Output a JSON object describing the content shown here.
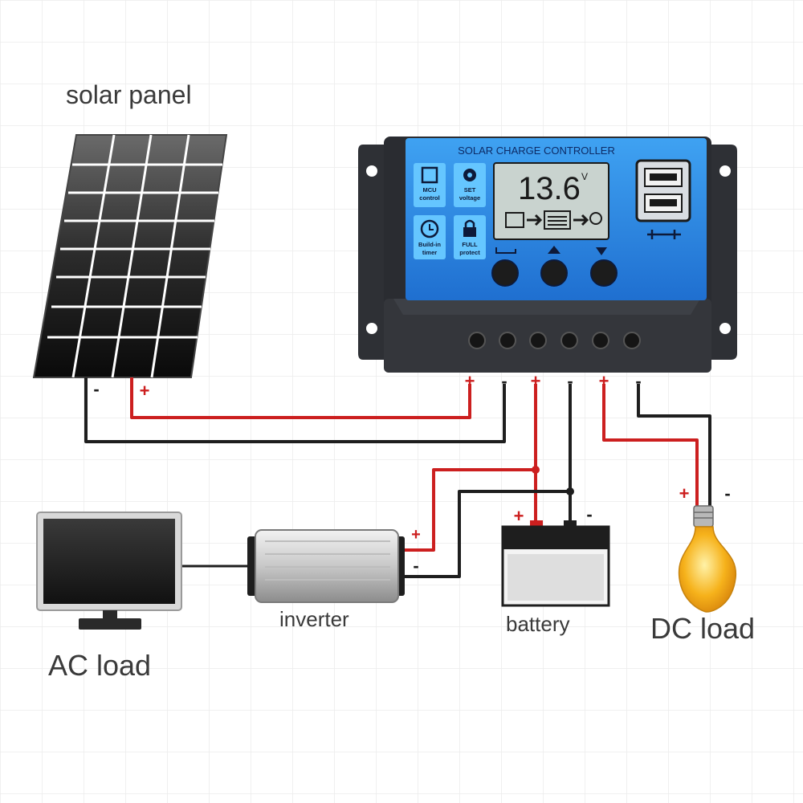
{
  "labels": {
    "solar_panel": "solar panel",
    "inverter": "inverter",
    "battery": "battery",
    "dc_load": "DC load",
    "ac_load": "AC load"
  },
  "controller": {
    "title": "SOLAR CHARGE CONTROLLER",
    "display_value": "13.6",
    "display_unit": "V",
    "features": [
      {
        "icon": "chip-icon",
        "label_lines": [
          "MCU",
          "control"
        ]
      },
      {
        "icon": "gear-icon",
        "label_lines": [
          "SET",
          "voltage"
        ]
      },
      {
        "icon": "clock-icon",
        "label_lines": [
          "Build-in",
          "timer"
        ]
      },
      {
        "icon": "lock-icon",
        "label_lines": [
          "FULL",
          "protect"
        ]
      }
    ],
    "terminal_polarity": [
      "+",
      "-",
      "+",
      "-",
      "+",
      "-"
    ]
  },
  "polarity": {
    "panel_negative": "-",
    "panel_positive": "+",
    "inverter_positive": "+",
    "inverter_negative": "-",
    "battery_positive": "+",
    "battery_negative": "-",
    "lamp_positive": "+",
    "lamp_negative": "-"
  },
  "colors": {
    "positive_wire": "#cc1f1f",
    "negative_wire": "#1e1e1e",
    "controller_face": "#2f8ee6",
    "controller_body": "#2a2c31"
  }
}
